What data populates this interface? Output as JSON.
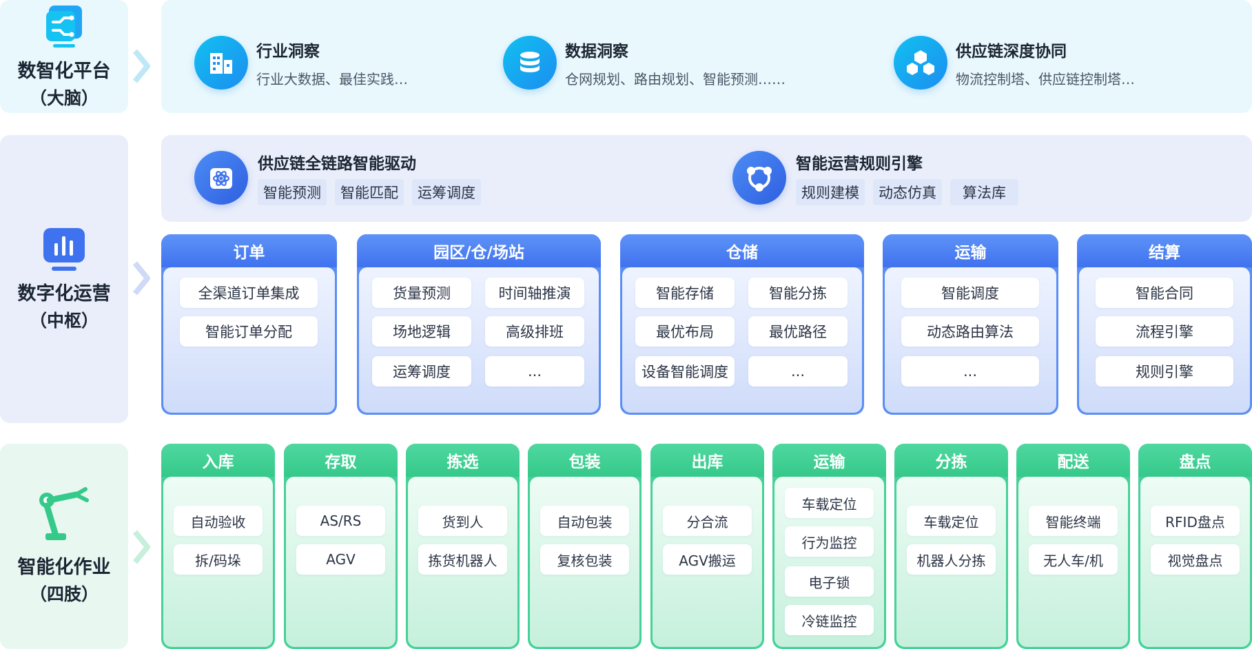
{
  "left": {
    "platform": {
      "title": "数智化平台",
      "sub": "（大脑）"
    },
    "operation": {
      "title": "数字化运营",
      "sub": "（中枢）"
    },
    "execution": {
      "title": "智能化作业",
      "sub": "（四肢）"
    }
  },
  "insights": [
    {
      "title": "行业洞察",
      "desc": "行业大数据、最佳实践…"
    },
    {
      "title": "数据洞察",
      "desc": "仓网规划、路由规划、智能预测……"
    },
    {
      "title": "供应链深度协同",
      "desc": "物流控制塔、供应链控制塔…"
    }
  ],
  "drivers": [
    {
      "title": "供应链全链路智能驱动",
      "tags": [
        "智能预测",
        "智能匹配",
        "运筹调度"
      ]
    },
    {
      "title": "智能运营规则引擎",
      "tags": [
        "规则建模",
        "动态仿真",
        "算法库"
      ]
    }
  ],
  "modules": [
    {
      "title": "订单",
      "items": [
        "全渠道订单集成",
        "智能订单分配"
      ]
    },
    {
      "title": "园区/仓/场站",
      "items": [
        "货量预测",
        "时间轴推演",
        "场地逻辑",
        "高级排班",
        "运筹调度",
        "..."
      ]
    },
    {
      "title": "仓储",
      "items": [
        "智能存储",
        "智能分拣",
        "最优布局",
        "最优路径",
        "设备智能调度",
        "..."
      ]
    },
    {
      "title": "运输",
      "items": [
        "智能调度",
        "动态路由算法",
        "..."
      ]
    },
    {
      "title": "结算",
      "items": [
        "智能合同",
        "流程引擎",
        "规则引擎"
      ]
    }
  ],
  "operations": [
    {
      "title": "入库",
      "items": [
        "自动验收",
        "拆/码垛"
      ]
    },
    {
      "title": "存取",
      "items": [
        "AS/RS",
        "AGV"
      ]
    },
    {
      "title": "拣选",
      "items": [
        "货到人",
        "拣货机器人"
      ]
    },
    {
      "title": "包装",
      "items": [
        "自动包装",
        "复核包装"
      ]
    },
    {
      "title": "出库",
      "items": [
        "分合流",
        "AGV搬运"
      ]
    },
    {
      "title": "运输",
      "items": [
        "车载定位",
        "行为监控",
        "电子锁",
        "冷链监控"
      ]
    },
    {
      "title": "分拣",
      "items": [
        "车载定位",
        "机器人分拣"
      ]
    },
    {
      "title": "配送",
      "items": [
        "智能终端",
        "无人车/机"
      ]
    },
    {
      "title": "盘点",
      "items": [
        "RFID盘点",
        "视觉盘点"
      ]
    }
  ],
  "colors": {
    "cyan": "#12c0f0",
    "blue": "#3f72ee",
    "green": "#35c98a"
  }
}
